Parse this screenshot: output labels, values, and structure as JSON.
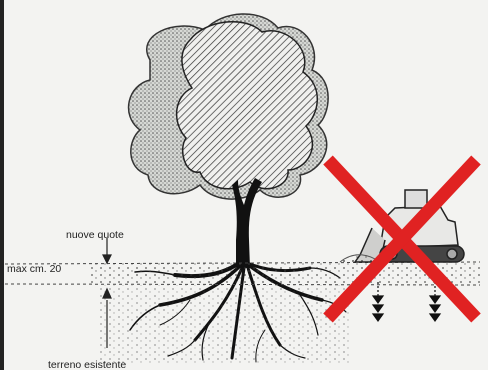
{
  "labels": {
    "new_level": "nuove quote",
    "max_fill": "max cm. 20",
    "existing_ground": "terreno esistente"
  },
  "colors": {
    "background": "#f3f3f1",
    "ink": "#111111",
    "prohibition": "#e02222"
  },
  "icons": {
    "prohibition": "red-x-icon",
    "bulldozer": "bulldozer-icon",
    "tree": "tree-icon"
  }
}
